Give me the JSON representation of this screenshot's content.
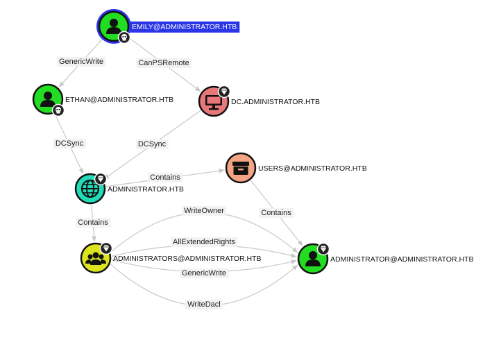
{
  "nodes": [
    {
      "id": "emily",
      "label": "EMILY@ADMINISTRATOR.HTB",
      "type": "user",
      "color": "#22dd22",
      "selected": true,
      "badge": "skull"
    },
    {
      "id": "ethan",
      "label": "ETHAN@ADMINISTRATOR.HTB",
      "type": "user",
      "color": "#22dd22",
      "badge": "skull"
    },
    {
      "id": "dc",
      "label": "DC.ADMINISTRATOR.HTB",
      "type": "computer",
      "color": "#e8777a",
      "badge": "gem"
    },
    {
      "id": "domain",
      "label": "ADMINISTRATOR.HTB",
      "type": "domain",
      "color": "#22dcb8",
      "badge": "gem"
    },
    {
      "id": "users",
      "label": "USERS@ADMINISTRATOR.HTB",
      "type": "container",
      "color": "#f5a483",
      "badge": null
    },
    {
      "id": "admins",
      "label": "ADMINISTRATORS@ADMINISTRATOR.HTB",
      "type": "group",
      "color": "#dbe41c",
      "badge": "gem"
    },
    {
      "id": "administrator",
      "label": "ADMINISTRATOR@ADMINISTRATOR.HTB",
      "type": "user",
      "color": "#22dd22",
      "badge": "gem"
    }
  ],
  "edges": [
    {
      "from": "emily",
      "to": "ethan",
      "label": "GenericWrite"
    },
    {
      "from": "emily",
      "to": "dc",
      "label": "CanPSRemote"
    },
    {
      "from": "ethan",
      "to": "domain",
      "label": "DCSync"
    },
    {
      "from": "dc",
      "to": "domain",
      "label": "DCSync"
    },
    {
      "from": "domain",
      "to": "users",
      "label": "Contains"
    },
    {
      "from": "domain",
      "to": "admins",
      "label": "Contains"
    },
    {
      "from": "users",
      "to": "administrator",
      "label": "Contains"
    },
    {
      "from": "admins",
      "to": "administrator",
      "label": "WriteOwner"
    },
    {
      "from": "admins",
      "to": "administrator",
      "label": "AllExtendedRights"
    },
    {
      "from": "admins",
      "to": "administrator",
      "label": "GenericWrite"
    },
    {
      "from": "admins",
      "to": "administrator",
      "label": "WriteDacl"
    }
  ],
  "colors": {
    "selection": "#2a35e8",
    "edge": "#c8c8c8",
    "label_bg": "#f2f2f2",
    "badge": "#222222"
  }
}
